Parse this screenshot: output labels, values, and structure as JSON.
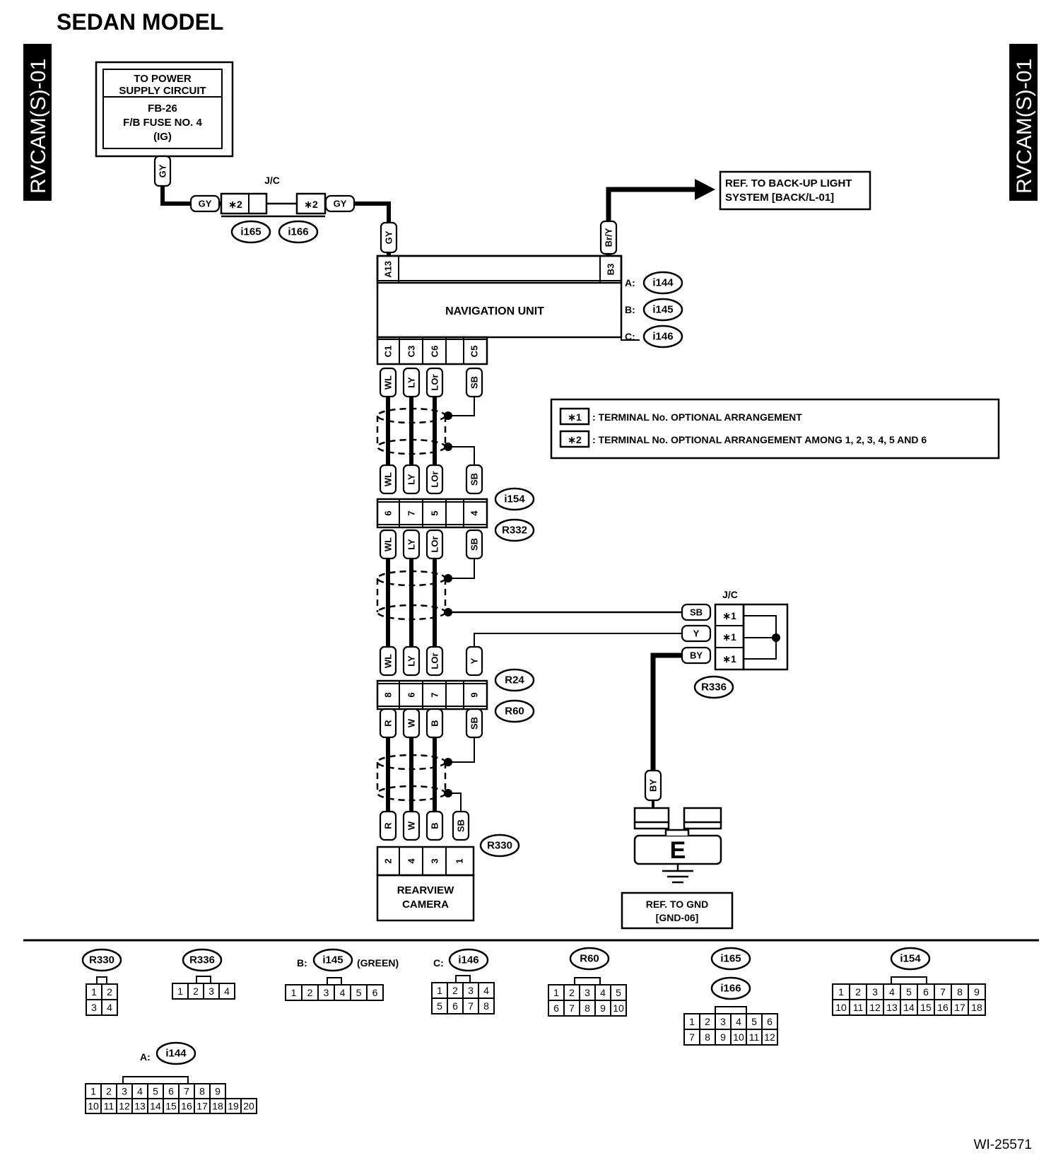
{
  "title": "SEDAN MODEL",
  "side_tag": "RVCAM(S)-01",
  "figure_id": "WI-25571",
  "power": {
    "line1": "TO POWER",
    "line2": "SUPPLY CIRCUIT",
    "line3": "FB-26",
    "line4": "F/B FUSE NO. 4",
    "line5": "(IG)"
  },
  "jc_label": "J/C",
  "ref_backup": {
    "line1": "REF. TO BACK-UP LIGHT",
    "line2": "SYSTEM [BACK/L-01]"
  },
  "ref_gnd": {
    "line1": "REF. TO GND",
    "line2": "[GND-06]"
  },
  "ground_letter": "E",
  "nav_unit": "NAVIGATION UNIT",
  "camera": {
    "line1": "REARVIEW",
    "line2": "CAMERA"
  },
  "legend": {
    "mark1": "∗1",
    "text1": ": TERMINAL No. OPTIONAL ARRANGEMENT",
    "mark2": "∗2",
    "text2": ": TERMINAL No. OPTIONAL ARRANGEMENT AMONG 1, 2, 3, 4, 5 AND 6"
  },
  "pins": {
    "a13": "A13",
    "b3": "B3",
    "c1": "C1",
    "c3": "C3",
    "c6": "C6",
    "c5": "C5",
    "n6": "6",
    "n7": "7",
    "n5": "5",
    "n4": "4",
    "n8": "8",
    "n6b": "6",
    "n7b": "7",
    "n9": "9",
    "n2": "2",
    "n4b": "4",
    "n3": "3",
    "n1": "1",
    "a": "A:",
    "b": "B:",
    "c": "C:",
    "star1a": "∗1",
    "star1b": "∗1",
    "star1c": "∗1",
    "star2a": "∗2",
    "star2b": "∗2"
  },
  "wires": {
    "gy1": "GY",
    "gy2": "GY",
    "gy3": "GY",
    "gy4": "GY",
    "bry": "Br/Y",
    "wl1": "WL",
    "ly1": "LY",
    "lor1": "LOr",
    "sb1": "SB",
    "wl2": "WL",
    "ly2": "LY",
    "lor2": "LOr",
    "sb2": "SB",
    "wl3": "WL",
    "ly3": "LY",
    "lor3": "LOr",
    "sb3": "SB",
    "wl4": "WL",
    "ly4": "LY",
    "lor4": "LOr",
    "y1": "Y",
    "r1": "R",
    "w1": "W",
    "b1": "B",
    "sb4": "SB",
    "r2": "R",
    "w2": "W",
    "b2": "B",
    "sb5": "SB",
    "jsb": "SB",
    "jy": "Y",
    "jby": "BY",
    "by2": "BY"
  },
  "connectors": {
    "i144": "i144",
    "i145": "i145",
    "i146": "i146",
    "i154": "i154",
    "r332": "R332",
    "r24": "R24",
    "r60": "R60",
    "r330": "R330",
    "r336": "R336",
    "i165": "i165",
    "i166": "i166"
  },
  "footer": {
    "b_prefix": "B:",
    "c_prefix": "C:",
    "a_prefix": "A:",
    "green": "(GREEN)",
    "r330": "R330",
    "r336": "R336",
    "i145": "i145",
    "i146": "i146",
    "r60": "R60",
    "i165": "i165",
    "i166": "i166",
    "i154": "i154",
    "i144": "i144"
  },
  "pinouts": {
    "r330": [
      [
        "1",
        "2"
      ],
      [
        "3",
        "4"
      ]
    ],
    "r336": [
      [
        "1",
        "2",
        "3",
        "4"
      ]
    ],
    "i145": [
      [
        "1",
        "2",
        "3",
        "4",
        "5",
        "6"
      ]
    ],
    "i146": [
      [
        "1",
        "2",
        "3",
        "4"
      ],
      [
        "5",
        "6",
        "7",
        "8"
      ]
    ],
    "r60": [
      [
        "1",
        "2",
        "3",
        "4",
        "5"
      ],
      [
        "6",
        "7",
        "8",
        "9",
        "10"
      ]
    ],
    "i165": [
      [
        "1",
        "2",
        "3",
        "4",
        "5",
        "6"
      ],
      [
        "7",
        "8",
        "9",
        "10",
        "11",
        "12"
      ]
    ],
    "i154": [
      [
        "1",
        "2",
        "3",
        "4",
        "5",
        "6",
        "7",
        "8",
        "9"
      ],
      [
        "10",
        "11",
        "12",
        "13",
        "14",
        "15",
        "16",
        "17",
        "18"
      ]
    ],
    "i144": [
      [
        "1",
        "2",
        "3",
        "4",
        "5",
        "6",
        "7",
        "8",
        "9"
      ],
      [
        "10",
        "11",
        "12",
        "13",
        "14",
        "15",
        "16",
        "17",
        "18",
        "19",
        "20"
      ]
    ]
  }
}
